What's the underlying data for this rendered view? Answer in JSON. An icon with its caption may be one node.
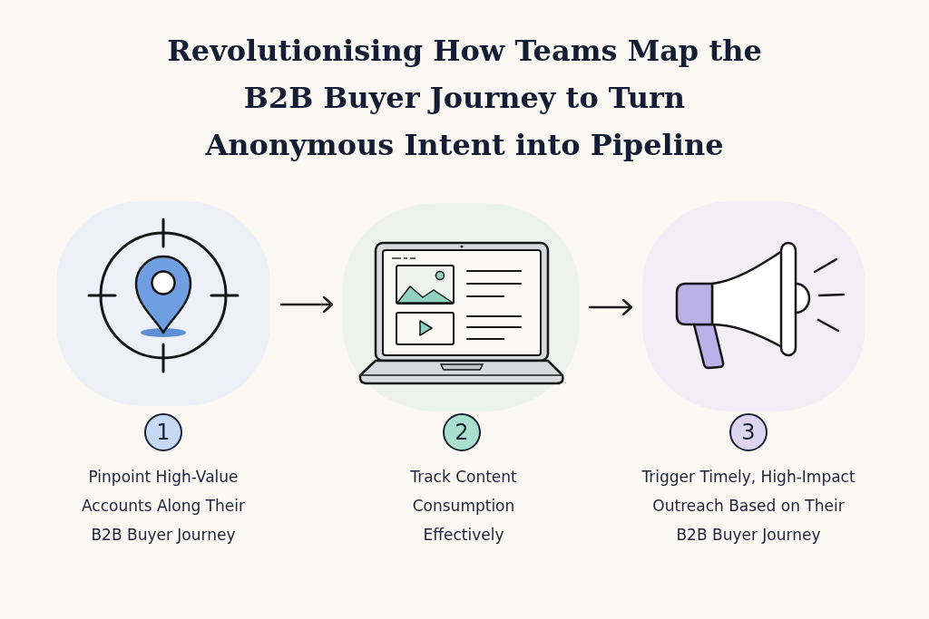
{
  "diagram": {
    "title": "Revolutionising How Teams Map the B2B Buyer Journey to Turn Anonymous Intent into Pipeline",
    "nodes": [
      {
        "text": [],
        "shape": "picture"
      },
      {
        "text": [],
        "shape": "picture"
      },
      {
        "text": [],
        "shape": "picture"
      },
      {
        "text": [
          "1"
        ],
        "beside": [
          "Pinpoint High-Value Accounts Along Their B2B Buyer Journey"
        ]
      },
      {
        "text": [
          "2"
        ],
        "beside": [
          "Track Content Consumption Effectively"
        ]
      },
      {
        "text": [
          "3"
        ],
        "beside": [
          "Trigger Timely, High-Impact Outreach Based on Their B2B Buyer Journey"
        ]
      }
    ],
    "edges": [
      {
        "from": 0,
        "to": 1,
        "arrow": "to"
      },
      {
        "from": 1,
        "to": 2,
        "arrow": "to"
      }
    ]
  }
}
